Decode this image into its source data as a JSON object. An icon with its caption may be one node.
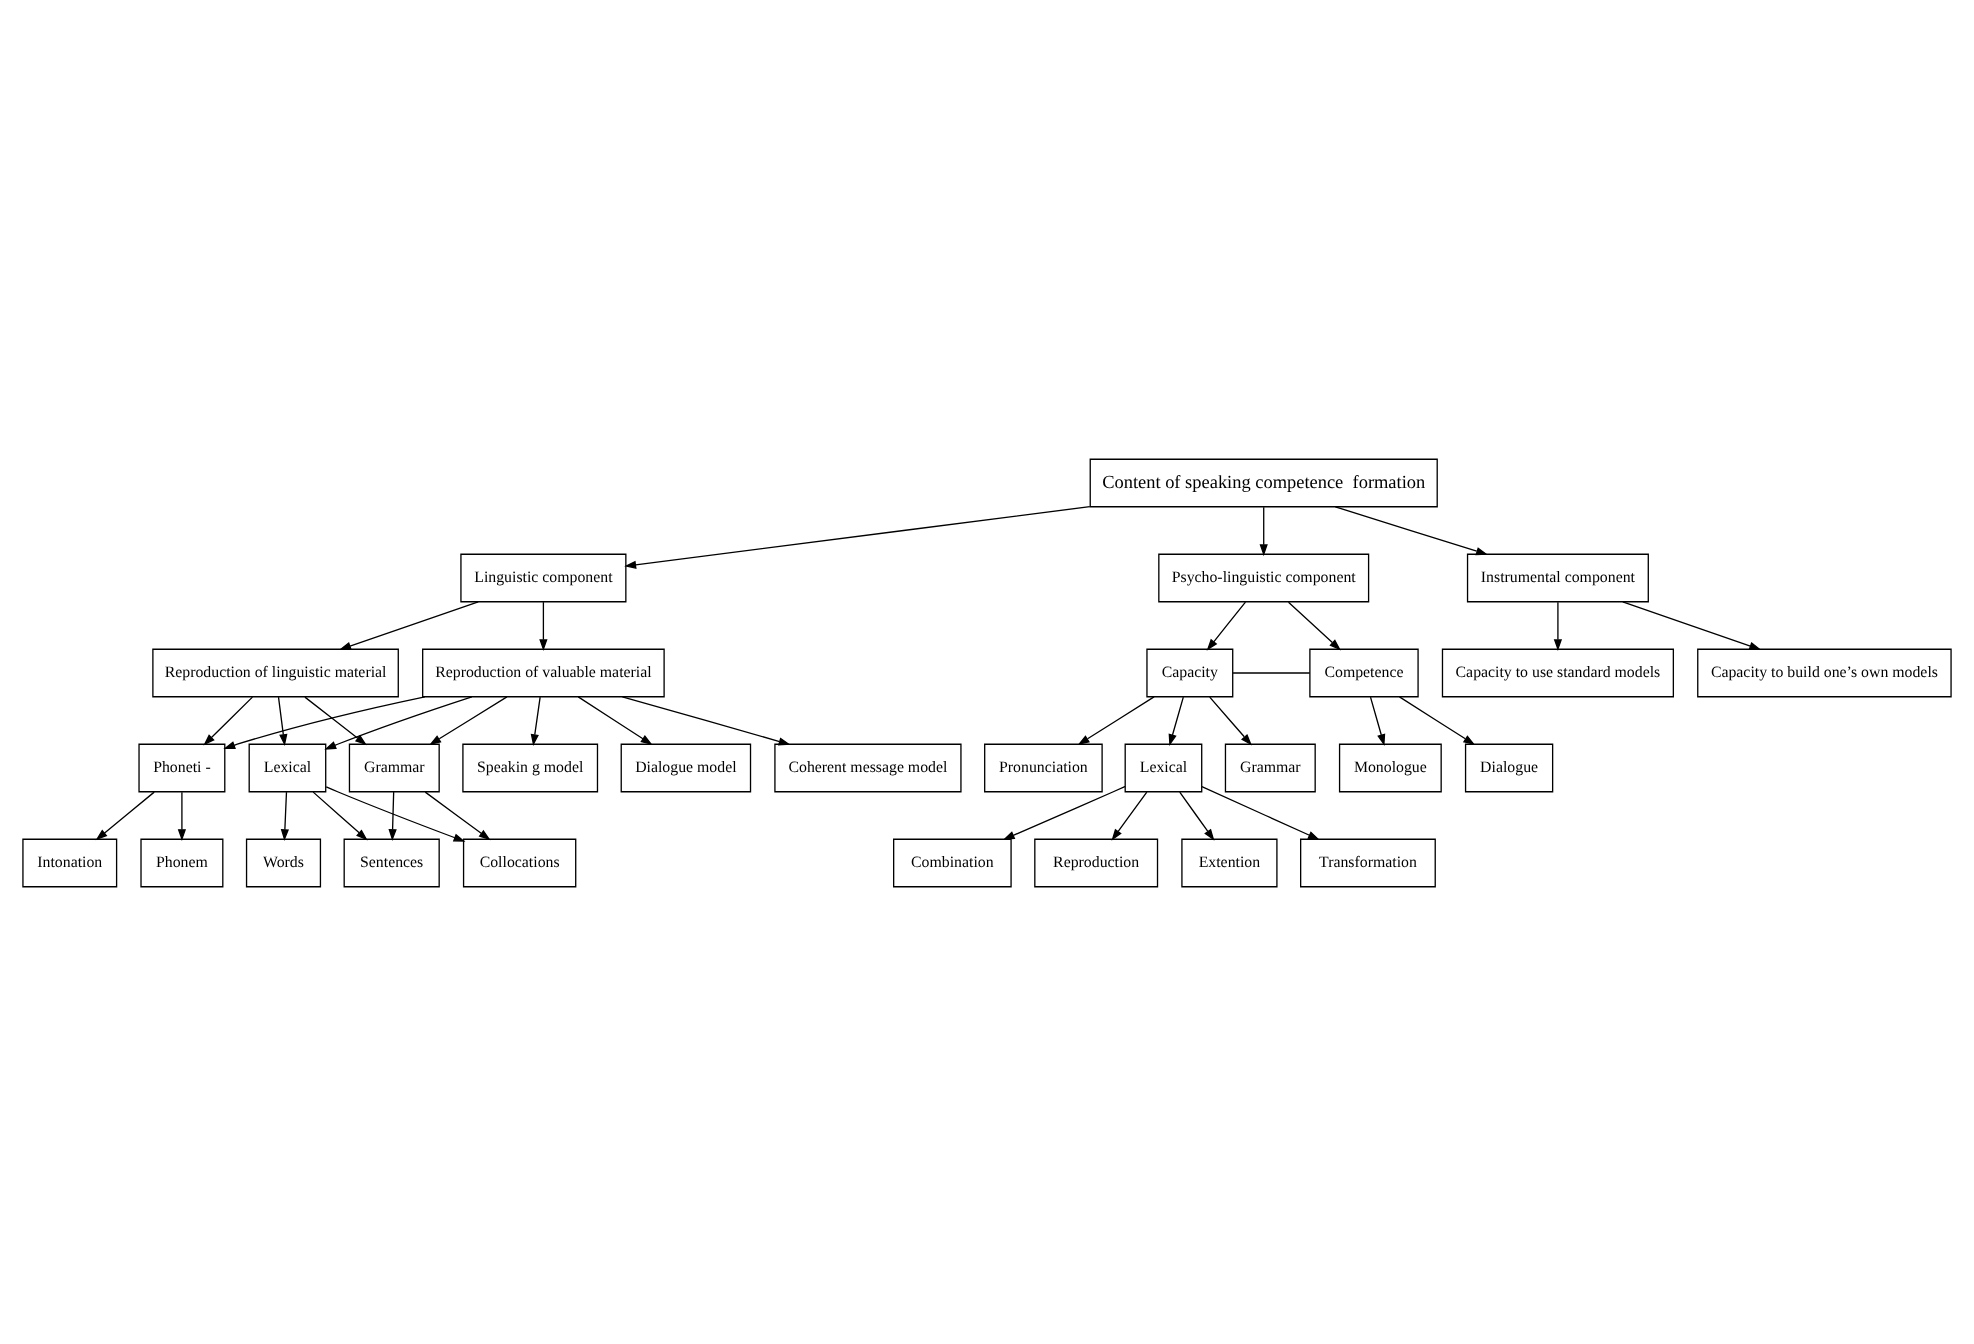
{
  "diagram": {
    "nodes": [
      {
        "text": [
          "Content of speaking competence  formation"
        ]
      },
      {
        "text": [
          "Linguistic component"
        ]
      },
      {
        "text": [
          "Psycho-linguistic component"
        ]
      },
      {
        "text": [
          "Instrumental component"
        ]
      },
      {
        "text": [
          "Reproduction of linguistic material"
        ]
      },
      {
        "text": [
          "Reproduction of valuable material"
        ]
      },
      {
        "text": [
          "Capacity"
        ]
      },
      {
        "text": [
          "Competence"
        ]
      },
      {
        "text": [
          "Capacity to use standard models"
        ]
      },
      {
        "text": [
          "Capacity to build one’s own models"
        ]
      },
      {
        "text": [
          "Phoneti -"
        ]
      },
      {
        "text": [
          "Lexical"
        ]
      },
      {
        "text": [
          "Grammar"
        ]
      },
      {
        "text": [
          "Speakin g model"
        ]
      },
      {
        "text": [
          "Pronunciation"
        ]
      },
      {
        "text": [
          "Lexical"
        ]
      },
      {
        "text": [
          "Grammar"
        ]
      },
      {
        "text": [
          "Dialogue"
        ]
      },
      {
        "text": [
          "Intonation"
        ]
      },
      {
        "text": [
          "Words"
        ]
      },
      {
        "text": [
          "Collocations"
        ]
      },
      {
        "text": [
          "Sentences"
        ]
      },
      {
        "text": [
          "Dialogue model"
        ]
      },
      {
        "text": [
          "Reproduction"
        ]
      },
      {
        "text": [
          "Extention"
        ]
      },
      {
        "text": [
          "Transformation"
        ]
      },
      {
        "text": [
          "Combination"
        ]
      },
      {
        "text": [
          "Monologue"
        ]
      },
      {
        "text": [
          "Phonem"
        ]
      },
      {
        "text": [
          "Coherent message model"
        ]
      }
    ],
    "edges": [
      {
        "from": 0,
        "to": 1,
        "arrow": "to"
      },
      {
        "from": 0,
        "to": 2,
        "arrow": "to"
      },
      {
        "from": 0,
        "to": 3,
        "arrow": "to"
      },
      {
        "from": 1,
        "to": 4,
        "arrow": "to"
      },
      {
        "from": 1,
        "to": 5,
        "arrow": "to"
      },
      {
        "from": 2,
        "to": 6,
        "arrow": "to"
      },
      {
        "from": 2,
        "to": 7,
        "arrow": "to"
      },
      {
        "from": 3,
        "to": 8,
        "arrow": "to"
      },
      {
        "from": 3,
        "to": 9,
        "arrow": "to"
      },
      {
        "from": 4,
        "to": 10,
        "arrow": "to"
      },
      {
        "from": 4,
        "to": 11,
        "arrow": "to"
      },
      {
        "from": 4,
        "to": 12,
        "arrow": "to"
      },
      {
        "from": 5,
        "to": 10,
        "arrow": "to"
      },
      {
        "from": 5,
        "to": 11,
        "arrow": "to"
      },
      {
        "from": 5,
        "to": 12,
        "arrow": "to"
      },
      {
        "from": 6,
        "to": 7,
        "arrow": "none"
      },
      {
        "from": 6,
        "to": 14,
        "arrow": "to"
      },
      {
        "from": 6,
        "to": 15,
        "arrow": "to"
      },
      {
        "from": 6,
        "to": 16,
        "arrow": "to"
      },
      {
        "from": 7,
        "to": 17,
        "arrow": "to"
      },
      {
        "from": 7,
        "to": 27,
        "arrow": "to"
      },
      {
        "from": 10,
        "to": 18,
        "arrow": "to"
      },
      {
        "from": 10,
        "to": 28,
        "arrow": "to"
      },
      {
        "from": 11,
        "to": 19,
        "arrow": "to"
      },
      {
        "from": 11,
        "to": 20,
        "arrow": "to"
      },
      {
        "from": 11,
        "to": 21,
        "arrow": "to"
      },
      {
        "from": 12,
        "to": 20,
        "arrow": "to"
      },
      {
        "from": 12,
        "to": 21,
        "arrow": "to"
      },
      {
        "from": 5,
        "to": 13,
        "arrow": "to"
      },
      {
        "from": 5,
        "to": 22,
        "arrow": "to"
      },
      {
        "from": 5,
        "to": 29,
        "arrow": "to"
      },
      {
        "from": 15,
        "to": 23,
        "arrow": "to"
      },
      {
        "from": 15,
        "to": 24,
        "arrow": "to"
      },
      {
        "from": 15,
        "to": 25,
        "arrow": "to"
      },
      {
        "from": 15,
        "to": 26,
        "arrow": "to"
      }
    ]
  }
}
